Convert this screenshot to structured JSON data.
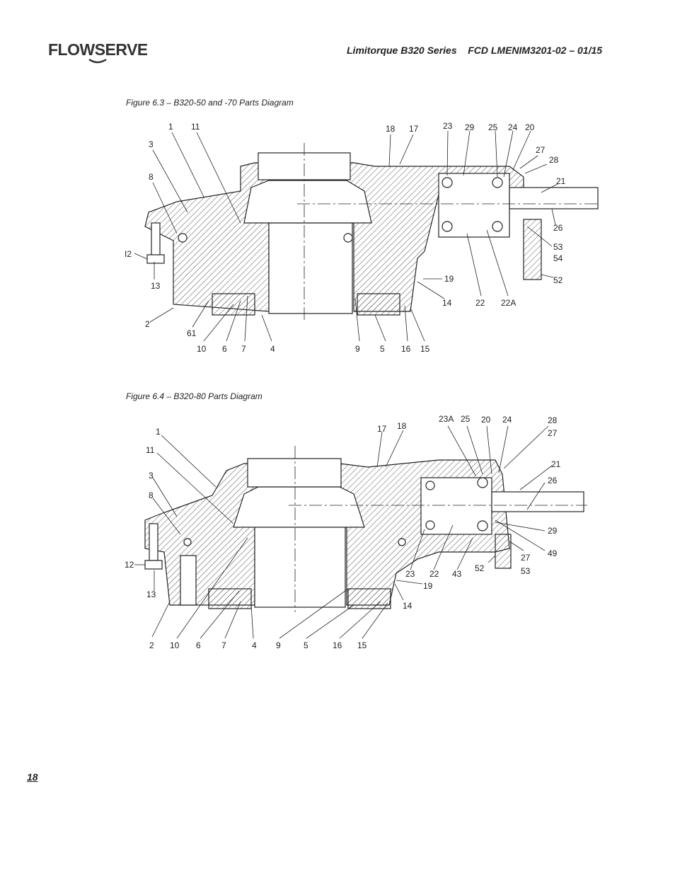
{
  "header": {
    "logo_text": "FLOWSERVE",
    "series": "Limitorque B320 Series",
    "doc_code": "FCD LMENIM3201-02 – 01/15"
  },
  "figure_63": {
    "caption": "Figure 6.3 – B320-50 and -70 Parts Diagram",
    "labels": [
      "1",
      "11",
      "3",
      "8",
      "I2",
      "13",
      "2",
      "61",
      "10",
      "6",
      "7",
      "4",
      "9",
      "5",
      "16",
      "15",
      "14",
      "22",
      "22A",
      "19",
      "18",
      "17",
      "23",
      "29",
      "25",
      "24",
      "20",
      "27",
      "28",
      "21",
      "26",
      "53",
      "54",
      "52"
    ]
  },
  "figure_64": {
    "caption": "Figure 6.4 – B320-80 Parts Diagram",
    "labels": [
      "1",
      "11",
      "3",
      "8",
      "12",
      "13",
      "2",
      "10",
      "6",
      "7",
      "4",
      "9",
      "5",
      "16",
      "15",
      "14",
      "19",
      "23",
      "22",
      "43",
      "52",
      "53",
      "27",
      "49",
      "29",
      "26",
      "21",
      "28",
      "27",
      "24",
      "20",
      "25",
      "23A",
      "17",
      "18"
    ]
  },
  "footer": {
    "page_number": "18"
  },
  "colors": {
    "ink": "#222222",
    "hatch": "#555555",
    "logo": "#333333"
  }
}
